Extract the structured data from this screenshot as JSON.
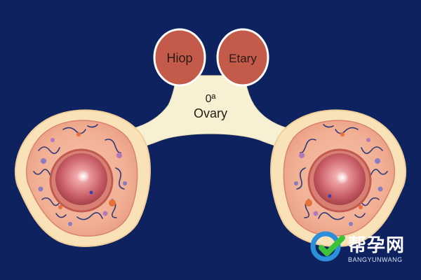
{
  "labels": {
    "left_bubble": "Hiop",
    "right_bubble": "Etary",
    "center_title": "Ovary",
    "center_mark": "0ª"
  },
  "watermark": {
    "main": "帮孕网",
    "sub": "BANGYUNWANG"
  },
  "colors": {
    "background": "#0e2260",
    "bridge": "#f7f0d2",
    "bubble_fill": "#c45a4a",
    "bubble_stroke": "#ffffff",
    "ovary_outer": "#f9e2b8",
    "ovary_tissue": "#f3b79c",
    "follicle": "#d06a72",
    "watermark_green": "#3ec23a",
    "watermark_blue": "#2c8fd9"
  }
}
